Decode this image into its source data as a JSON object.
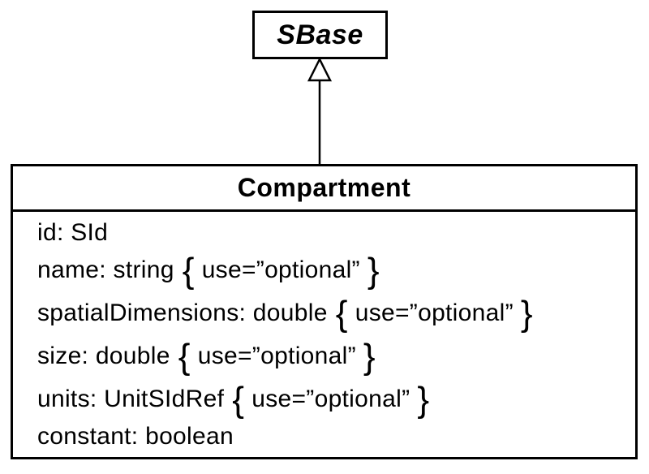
{
  "diagram": {
    "type": "uml-class-diagram",
    "colors": {
      "background": "#ffffff",
      "line": "#000000",
      "text": "#000000"
    }
  },
  "sbase": {
    "title": "SBase"
  },
  "relationship": {
    "kind": "inheritance",
    "from": "Compartment",
    "to": "SBase"
  },
  "compartment": {
    "title": "Compartment",
    "attributes": [
      {
        "base": "id: SId"
      },
      {
        "base": "name: string",
        "brace_open": "{",
        "constraint": "use=”optional”",
        "brace_close": "}"
      },
      {
        "base": "spatialDimensions: double",
        "brace_open": "{",
        "constraint": "use=”optional”",
        "brace_close": "}"
      },
      {
        "base": "size: double",
        "brace_open": "{",
        "constraint": "use=”optional”",
        "brace_close": "}"
      },
      {
        "base": "units: UnitSIdRef",
        "brace_open": "{",
        "constraint": "use=”optional”",
        "brace_close": "}"
      },
      {
        "base": "constant: boolean"
      }
    ]
  }
}
